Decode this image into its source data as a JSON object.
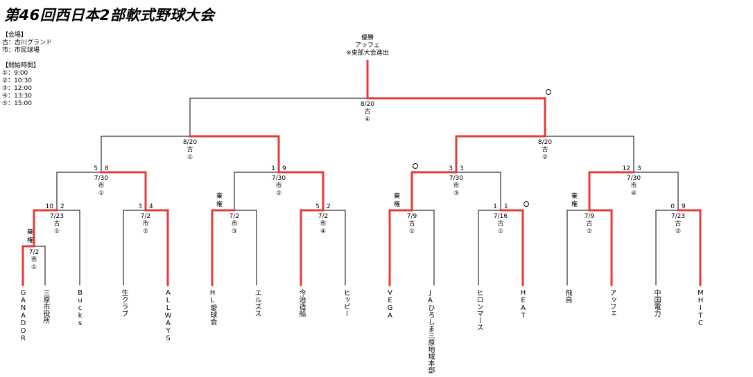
{
  "title": "第46回西日本2部軟式野球大会",
  "venue": {
    "heading": "【会場】",
    "items": [
      "古：古川グランド",
      "市：市民球場"
    ]
  },
  "times": {
    "heading": "【開始時間】",
    "items": [
      "①：9:00",
      "②：10:30",
      "③：12:00",
      "④：13:30",
      "⑤：15:00"
    ]
  },
  "winner": {
    "label": "優勝",
    "team": "アッフェ",
    "note": "※東部大会進出"
  },
  "colors": {
    "win": "#e53a3a",
    "line": "#000000"
  },
  "marks": {
    "circle": "○",
    "forfeit": "棄権"
  },
  "teams": [
    "GANADOR",
    "三原市役所",
    "Bucks",
    "生クラブ",
    "ALLWAYS",
    "HL愛球会",
    "エルズス",
    "今治造船",
    "ヒッピー",
    "VEGA",
    "JAひろしま三原地域本部",
    "ヒロンマース",
    "HEAT",
    "飛鳥",
    "アッフェ",
    "中国電力",
    "MHITC"
  ],
  "matches": {
    "m1": {
      "date": "7/2",
      "venue": "市",
      "time": "①",
      "score_left": "",
      "score_right": "",
      "left_mark": "棄権",
      "right_mark": ""
    },
    "m2": {
      "date": "7/23",
      "venue": "古",
      "time": "①",
      "score_left": "10",
      "score_right": "2",
      "left_mark": "",
      "right_mark": ""
    },
    "m3": {
      "date": "7/2",
      "venue": "市",
      "time": "②",
      "score_left": "3",
      "score_right": "4",
      "left_mark": "",
      "right_mark": ""
    },
    "m4": {
      "date": "7/2",
      "venue": "市",
      "time": "③",
      "score_left": "",
      "score_right": "",
      "left_mark": "棄権",
      "right_mark": ""
    },
    "m5": {
      "date": "7/2",
      "venue": "市",
      "time": "④",
      "score_left": "5",
      "score_right": "2",
      "left_mark": "",
      "right_mark": ""
    },
    "m6": {
      "date": "7/9",
      "venue": "古",
      "time": "①",
      "score_left": "",
      "score_right": "",
      "left_mark": "棄権",
      "right_mark": ""
    },
    "m7": {
      "date": "7/16",
      "venue": "古",
      "time": "①",
      "score_left": "1",
      "score_right": "1",
      "left_mark": "",
      "right_mark": "○"
    },
    "m8": {
      "date": "7/9",
      "venue": "古",
      "time": "②",
      "score_left": "",
      "score_right": "",
      "left_mark": "棄権",
      "right_mark": ""
    },
    "m9": {
      "date": "7/23",
      "venue": "古",
      "time": "②",
      "score_left": "0",
      "score_right": "9",
      "left_mark": "",
      "right_mark": ""
    },
    "m10": {
      "date": "7/30",
      "venue": "市",
      "time": "①",
      "score_left": "5",
      "score_right": "8",
      "left_mark": "",
      "right_mark": ""
    },
    "m11": {
      "date": "7/30",
      "venue": "市",
      "time": "②",
      "score_left": "1",
      "score_right": "9",
      "left_mark": "",
      "right_mark": ""
    },
    "m12": {
      "date": "7/30",
      "venue": "市",
      "time": "③",
      "score_left": "3",
      "score_right": "3",
      "left_mark": "○",
      "right_mark": ""
    },
    "m13": {
      "date": "7/30",
      "venue": "市",
      "time": "④",
      "score_left": "12",
      "score_right": "3",
      "left_mark": "",
      "right_mark": ""
    },
    "m14": {
      "date": "8/20",
      "venue": "古",
      "time": "①",
      "score_left": "",
      "score_right": "",
      "left_mark": "",
      "right_mark": ""
    },
    "m15": {
      "date": "8/20",
      "venue": "古",
      "time": "②",
      "score_left": "",
      "score_right": "",
      "left_mark": "",
      "right_mark": ""
    },
    "m16": {
      "date": "8/20",
      "venue": "古",
      "time": "④",
      "score_left": "",
      "score_right": "",
      "left_mark": "",
      "right_mark": "○"
    }
  }
}
